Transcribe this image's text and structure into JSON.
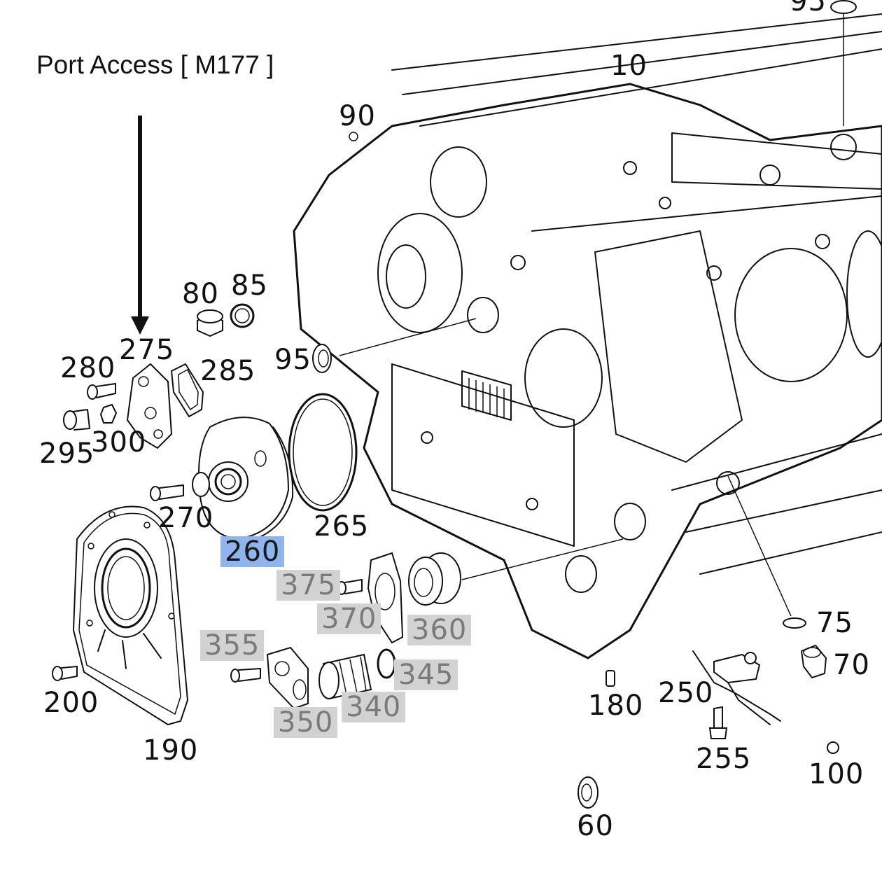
{
  "title": "Port Access [ M177 ]",
  "labels": {
    "p10": "10",
    "p60": "60",
    "p70": "70",
    "p75": "75",
    "p80": "80",
    "p85": "85",
    "p90": "90",
    "p95a": "95",
    "p95b": "95",
    "p100": "100",
    "p180": "180",
    "p190": "190",
    "p200": "200",
    "p250": "250",
    "p255": "255",
    "p260": "260",
    "p265": "265",
    "p270": "270",
    "p275": "275",
    "p280": "280",
    "p285": "285",
    "p295": "295",
    "p300": "300",
    "p340": "340",
    "p345": "345",
    "p350": "350",
    "p355": "355",
    "p360": "360",
    "p370": "370",
    "p375": "375"
  },
  "colors": {
    "highlight_selected": "#8fb4ee",
    "highlight_gray": "#d2d2d2",
    "line": "#111111"
  }
}
